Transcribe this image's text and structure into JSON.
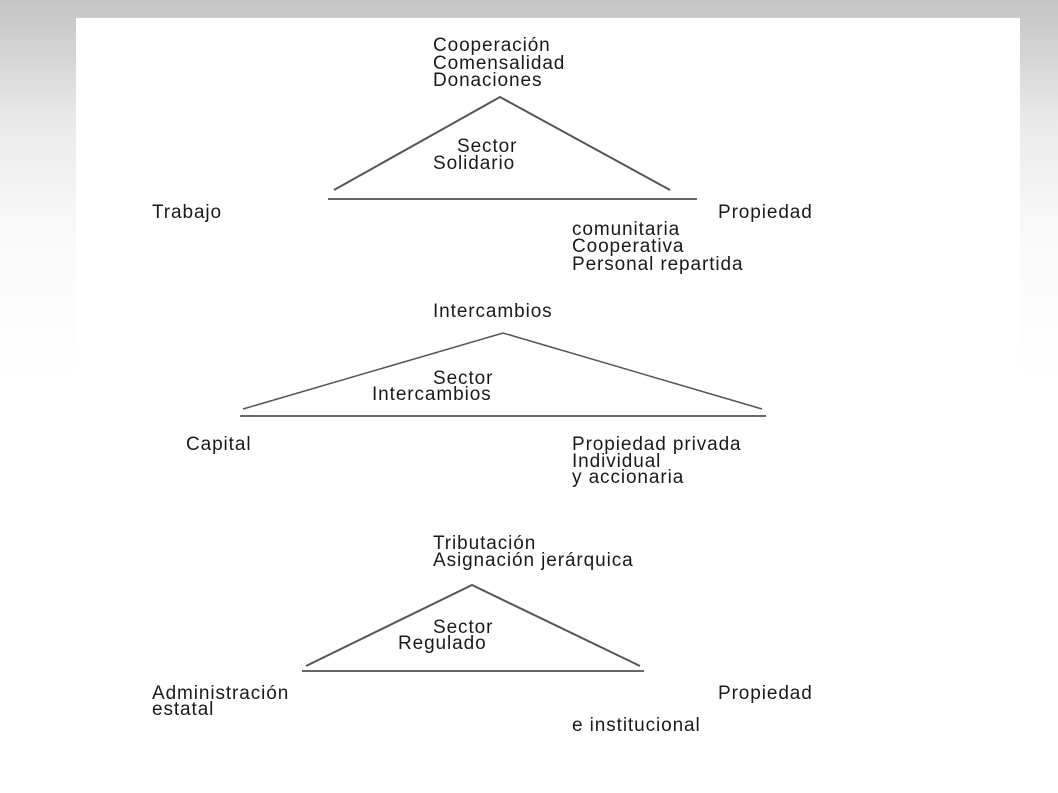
{
  "sectors": [
    {
      "top_labels": [
        "Cooperación",
        "Comensalidad",
        "Donaciones"
      ],
      "center_label": [
        "Sector",
        "Solidario"
      ],
      "left_label": [
        "Trabajo"
      ],
      "right_label": [
        "Propiedad",
        "comunitaria",
        "Cooperativa",
        "Personal repartida"
      ]
    },
    {
      "top_labels": [
        "Intercambios"
      ],
      "center_label": [
        "Sector",
        "Intercambios"
      ],
      "left_label": [
        "Capital"
      ],
      "right_label": [
        "Propiedad privada",
        "Individual",
        "y accionaria"
      ]
    },
    {
      "top_labels": [
        "Tributación",
        "Asignación jerárquica"
      ],
      "center_label": [
        "Sector",
        "Regulado"
      ],
      "left_label": [
        "Administración",
        "estatal"
      ],
      "right_label": [
        "Propiedad",
        "e institucional"
      ]
    }
  ]
}
